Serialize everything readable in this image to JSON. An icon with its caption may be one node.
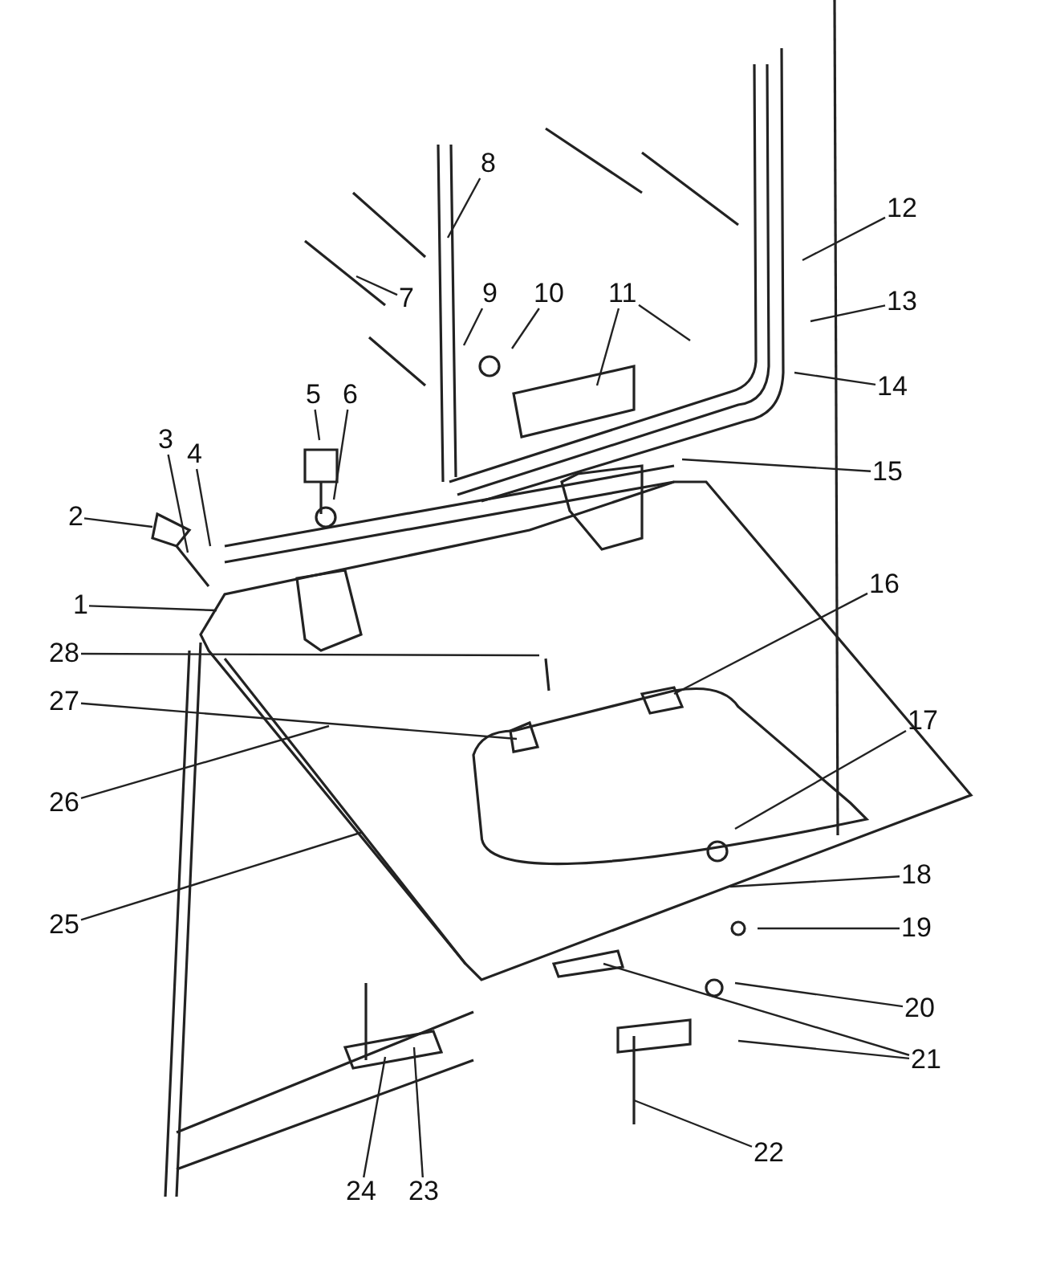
{
  "diagram": {
    "nodes": [
      {
        "text": [
          "1"
        ]
      },
      {
        "text": [
          "2"
        ]
      },
      {
        "text": [
          "3"
        ]
      },
      {
        "text": [
          "4"
        ]
      },
      {
        "text": [
          "5"
        ]
      },
      {
        "text": [
          "6"
        ]
      },
      {
        "text": [
          "7"
        ]
      },
      {
        "text": [
          "8"
        ]
      },
      {
        "text": [
          "9"
        ]
      },
      {
        "text": [
          "10"
        ]
      },
      {
        "text": [
          "11"
        ]
      },
      {
        "text": [
          "12"
        ]
      },
      {
        "text": [
          "13"
        ]
      },
      {
        "text": [
          "14"
        ]
      },
      {
        "text": [
          "15"
        ]
      },
      {
        "text": [
          "16"
        ]
      },
      {
        "text": [
          "17"
        ]
      },
      {
        "text": [
          "18"
        ]
      },
      {
        "text": [
          "19"
        ]
      },
      {
        "text": [
          "20"
        ]
      },
      {
        "text": [
          "21"
        ]
      },
      {
        "text": [
          "22"
        ]
      },
      {
        "text": [
          "23"
        ]
      },
      {
        "text": [
          "24"
        ]
      },
      {
        "text": [
          "25"
        ]
      },
      {
        "text": [
          "26"
        ]
      },
      {
        "text": [
          "27"
        ]
      },
      {
        "text": [
          "28"
        ]
      }
    ],
    "edges": [
      {
        "from": 0,
        "to": null,
        "arrow": "none"
      },
      {
        "from": 1,
        "to": null,
        "arrow": "none"
      },
      {
        "from": 2,
        "to": null,
        "arrow": "none"
      },
      {
        "from": 3,
        "to": null,
        "arrow": "none"
      },
      {
        "from": 4,
        "to": null,
        "arrow": "none"
      },
      {
        "from": 5,
        "to": null,
        "arrow": "none"
      },
      {
        "from": 6,
        "to": null,
        "arrow": "none"
      },
      {
        "from": 7,
        "to": null,
        "arrow": "none"
      },
      {
        "from": 8,
        "to": null,
        "arrow": "none"
      },
      {
        "from": 9,
        "to": null,
        "arrow": "none"
      },
      {
        "from": 10,
        "to": null,
        "arrow": "none"
      },
      {
        "from": 10,
        "to": null,
        "arrow": "none"
      },
      {
        "from": 11,
        "to": null,
        "arrow": "none"
      },
      {
        "from": 12,
        "to": null,
        "arrow": "none"
      },
      {
        "from": 13,
        "to": null,
        "arrow": "none"
      },
      {
        "from": 14,
        "to": null,
        "arrow": "none"
      },
      {
        "from": 15,
        "to": null,
        "arrow": "none"
      },
      {
        "from": 16,
        "to": null,
        "arrow": "none"
      },
      {
        "from": 17,
        "to": null,
        "arrow": "none"
      },
      {
        "from": 18,
        "to": null,
        "arrow": "none"
      },
      {
        "from": 19,
        "to": null,
        "arrow": "none"
      },
      {
        "from": 20,
        "to": null,
        "arrow": "none"
      },
      {
        "from": 20,
        "to": null,
        "arrow": "none"
      },
      {
        "from": 21,
        "to": null,
        "arrow": "none"
      },
      {
        "from": 22,
        "to": null,
        "arrow": "none"
      },
      {
        "from": 23,
        "to": null,
        "arrow": "none"
      },
      {
        "from": 24,
        "to": null,
        "arrow": "none"
      },
      {
        "from": 25,
        "to": null,
        "arrow": "none"
      },
      {
        "from": 26,
        "to": null,
        "arrow": "none"
      },
      {
        "from": 27,
        "to": null,
        "arrow": "none"
      }
    ]
  }
}
